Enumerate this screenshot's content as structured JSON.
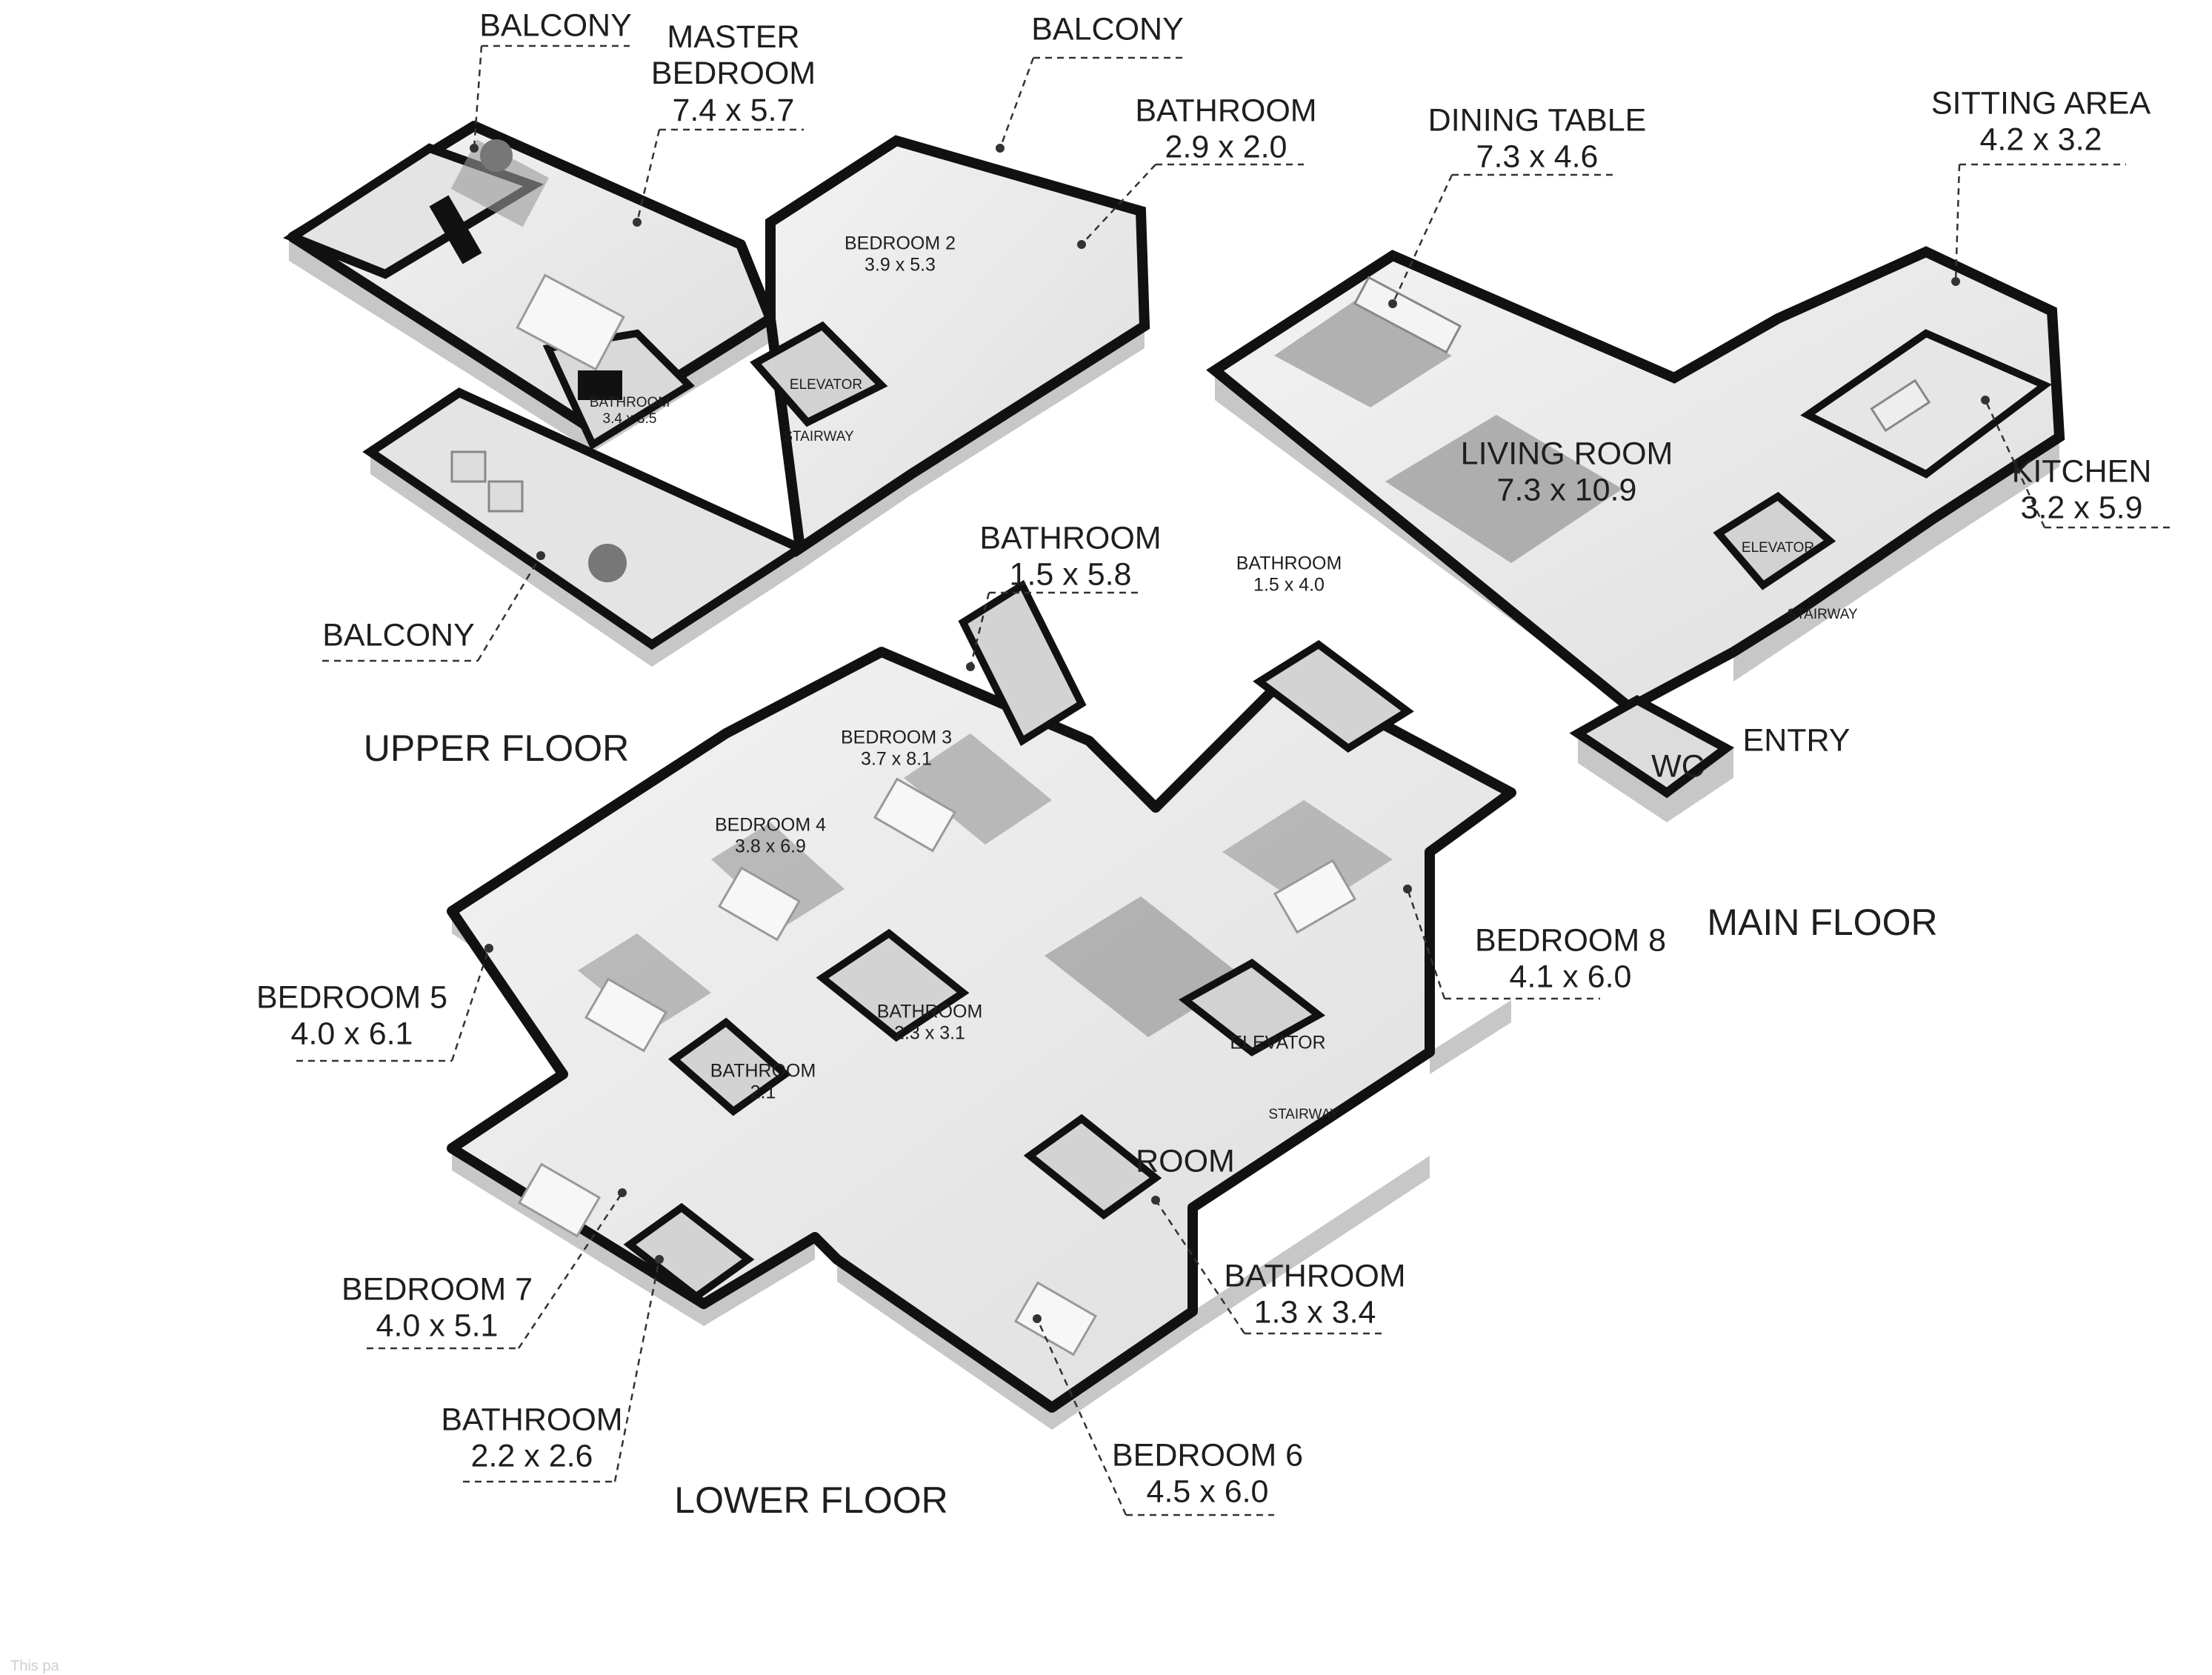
{
  "floors": {
    "upper": "UPPER FLOOR",
    "main": "MAIN FLOOR",
    "lower": "LOWER FLOOR"
  },
  "labels": [
    {
      "id": "upper-balcony-1",
      "name": "BALCONY",
      "dim": ""
    },
    {
      "id": "master-bedroom",
      "name": "MASTER\nBEDROOM",
      "dim": "7.4 x 5.7"
    },
    {
      "id": "upper-balcony-2",
      "name": "BALCONY",
      "dim": ""
    },
    {
      "id": "upper-bathroom-a",
      "name": "BATHROOM",
      "dim": "2.9 x 2.0"
    },
    {
      "id": "bedroom-2",
      "name": "BEDROOM 2",
      "dim": "3.9 x 5.3"
    },
    {
      "id": "upper-bathroom-b",
      "name": "BATHROOM",
      "dim": "3.4 x 3.5"
    },
    {
      "id": "upper-elevator",
      "name": "ELEVATOR",
      "dim": ""
    },
    {
      "id": "upper-stairway",
      "name": "STAIRWAY",
      "dim": ""
    },
    {
      "id": "upper-balcony-3",
      "name": "BALCONY",
      "dim": ""
    },
    {
      "id": "dining-table",
      "name": "DINING TABLE",
      "dim": "7.3 x 4.6"
    },
    {
      "id": "sitting-area",
      "name": "SITTING AREA",
      "dim": "4.2 x 3.2"
    },
    {
      "id": "living-room",
      "name": "LIVING ROOM",
      "dim": "7.3 x 10.9"
    },
    {
      "id": "kitchen",
      "name": "KITCHEN",
      "dim": "3.2 x 5.9"
    },
    {
      "id": "main-elevator",
      "name": "ELEVATOR",
      "dim": ""
    },
    {
      "id": "main-stairway",
      "name": "STAIRWAY",
      "dim": ""
    },
    {
      "id": "entry",
      "name": "ENTRY",
      "dim": ""
    },
    {
      "id": "wc",
      "name": "WC",
      "dim": ""
    },
    {
      "id": "lower-bathroom-a",
      "name": "BATHROOM",
      "dim": "1.5 x 5.8"
    },
    {
      "id": "lower-bathroom-b",
      "name": "BATHROOM",
      "dim": "1.5 x 4.0"
    },
    {
      "id": "bedroom-3",
      "name": "BEDROOM 3",
      "dim": "3.7 x 8.1"
    },
    {
      "id": "bedroom-4",
      "name": "BEDROOM 4",
      "dim": "3.8 x 6.9"
    },
    {
      "id": "bedroom-5",
      "name": "BEDROOM 5",
      "dim": "4.0 x 6.1"
    },
    {
      "id": "lower-bathroom-c",
      "name": "BATHROOM",
      "dim": "2.3 x 3.1"
    },
    {
      "id": "lower-bathroom-d",
      "name": "BATHROOM",
      "dim": "2.1"
    },
    {
      "id": "bedroom-8",
      "name": "BEDROOM 8",
      "dim": "4.1 x 6.0"
    },
    {
      "id": "lower-elevator",
      "name": "ELEVATOR",
      "dim": ""
    },
    {
      "id": "lower-stairway",
      "name": "STAIRWAY",
      "dim": ""
    },
    {
      "id": "room",
      "name": "ROOM",
      "dim": ""
    },
    {
      "id": "bedroom-7",
      "name": "BEDROOM 7",
      "dim": "4.0 x 5.1"
    },
    {
      "id": "lower-bathroom-e",
      "name": "BATHROOM",
      "dim": "1.3 x 3.4"
    },
    {
      "id": "lower-bathroom-f",
      "name": "BATHROOM",
      "dim": "2.2 x 2.6"
    },
    {
      "id": "bedroom-6",
      "name": "BEDROOM 6",
      "dim": "4.5 x 6.0"
    }
  ],
  "footer": "This pa",
  "colors": {
    "wall": "#111111",
    "floor": "#e9e9e9",
    "floor_dark": "#cfcfcf",
    "side": "#bdbdbd",
    "rug": "#a9a9a9"
  }
}
